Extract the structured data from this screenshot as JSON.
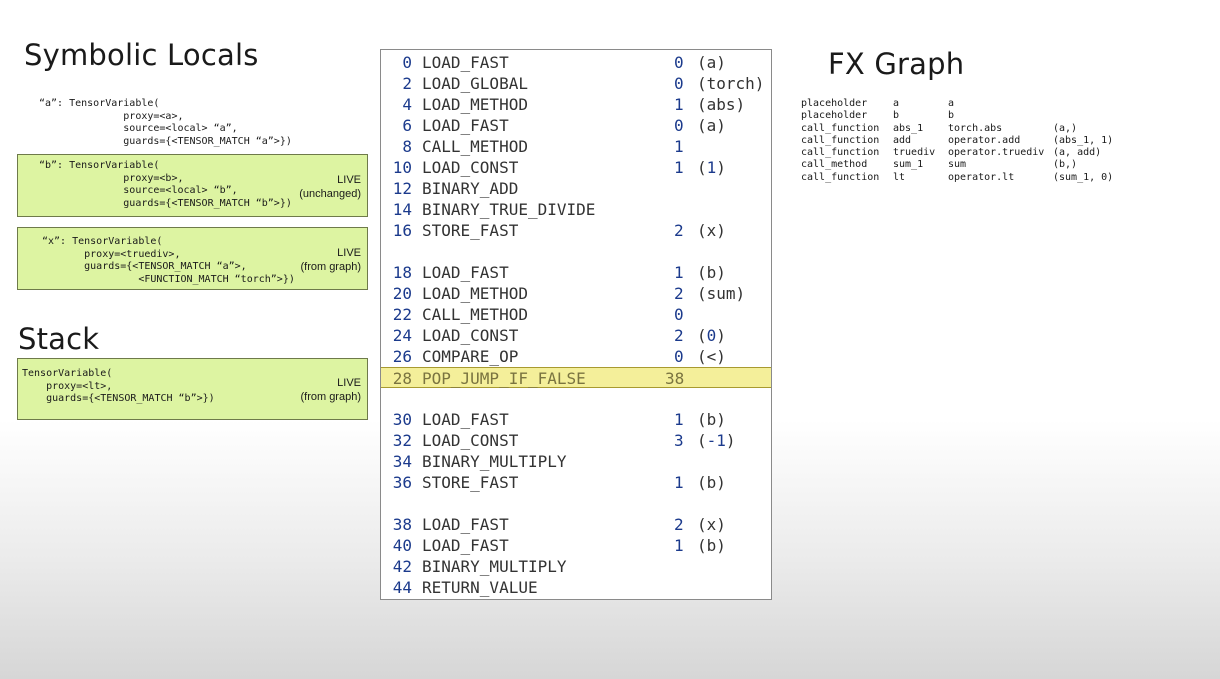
{
  "headings": {
    "symbolic_locals": "Symbolic Locals",
    "stack": "Stack",
    "fx_graph": "FX Graph"
  },
  "locals": {
    "a": {
      "text": "“a”: TensorVariable(\n              proxy=<a>,\n              source=<local> “a”,\n              guards={<TENSOR_MATCH “a”>})"
    },
    "b": {
      "text": "“b”: TensorVariable(\n              proxy=<b>,\n              source=<local> “b”,\n              guards={<TENSOR_MATCH “b”>})",
      "status": "LIVE",
      "note": "(unchanged)"
    },
    "x": {
      "text": "“x”: TensorVariable(\n       proxy=<truediv>,\n       guards={<TENSOR_MATCH “a”>,\n                <FUNCTION_MATCH “torch”>})",
      "status": "LIVE",
      "note": "(from graph)"
    }
  },
  "stack": {
    "text": "TensorVariable(\n    proxy=<lt>,\n    guards={<TENSOR_MATCH “b”>})",
    "status": "LIVE",
    "note": "(from graph)"
  },
  "bytecode": [
    {
      "offset": "0",
      "op": "LOAD_FAST",
      "arg": "0",
      "repr": "(a)"
    },
    {
      "offset": "2",
      "op": "LOAD_GLOBAL",
      "arg": "0",
      "repr": "(torch)"
    },
    {
      "offset": "4",
      "op": "LOAD_METHOD",
      "arg": "1",
      "repr": "(abs)"
    },
    {
      "offset": "6",
      "op": "LOAD_FAST",
      "arg": "0",
      "repr": "(a)"
    },
    {
      "offset": "8",
      "op": "CALL_METHOD",
      "arg": "1",
      "repr": ""
    },
    {
      "offset": "10",
      "op": "LOAD_CONST",
      "arg": "1",
      "repr": "(1)"
    },
    {
      "offset": "12",
      "op": "BINARY_ADD",
      "arg": "",
      "repr": ""
    },
    {
      "offset": "14",
      "op": "BINARY_TRUE_DIVIDE",
      "arg": "",
      "repr": ""
    },
    {
      "offset": "16",
      "op": "STORE_FAST",
      "arg": "2",
      "repr": "(x)"
    },
    {
      "offset": "18",
      "op": "LOAD_FAST",
      "arg": "1",
      "repr": "(b)"
    },
    {
      "offset": "20",
      "op": "LOAD_METHOD",
      "arg": "2",
      "repr": "(sum)"
    },
    {
      "offset": "22",
      "op": "CALL_METHOD",
      "arg": "0",
      "repr": ""
    },
    {
      "offset": "24",
      "op": "LOAD_CONST",
      "arg": "2",
      "repr": "(0)"
    },
    {
      "offset": "26",
      "op": "COMPARE_OP",
      "arg": "0",
      "repr": "(<)"
    },
    {
      "offset": "28",
      "op": "POP_JUMP_IF_FALSE",
      "arg": "38",
      "repr": ""
    },
    {
      "offset": "30",
      "op": "LOAD_FAST",
      "arg": "1",
      "repr": "(b)"
    },
    {
      "offset": "32",
      "op": "LOAD_CONST",
      "arg": "3",
      "repr": "(-1)"
    },
    {
      "offset": "34",
      "op": "BINARY_MULTIPLY",
      "arg": "",
      "repr": ""
    },
    {
      "offset": "36",
      "op": "STORE_FAST",
      "arg": "1",
      "repr": "(b)"
    },
    {
      "offset": "38",
      "op": "LOAD_FAST",
      "arg": "2",
      "repr": "(x)"
    },
    {
      "offset": "40",
      "op": "LOAD_FAST",
      "arg": "1",
      "repr": "(b)"
    },
    {
      "offset": "42",
      "op": "BINARY_MULTIPLY",
      "arg": "",
      "repr": ""
    },
    {
      "offset": "44",
      "op": "RETURN_VALUE",
      "arg": "",
      "repr": ""
    }
  ],
  "highlighted_offset": "28",
  "fx_graph": [
    [
      "placeholder",
      "a",
      "a",
      ""
    ],
    [
      "placeholder",
      "b",
      "b",
      ""
    ],
    [
      "call_function",
      "abs_1",
      "torch.abs",
      "(a,)"
    ],
    [
      "call_function",
      "add",
      "operator.add",
      "(abs_1, 1)"
    ],
    [
      "call_function",
      "truediv",
      "operator.truediv",
      "(a, add)"
    ],
    [
      "call_method",
      "sum_1",
      "sum",
      "(b,)"
    ],
    [
      "call_function",
      "lt",
      "operator.lt",
      "(sum_1, 0)"
    ]
  ],
  "colors": {
    "box_fill": "#ddf4a2",
    "highlight": "#f4ef9a",
    "offset_blue": "#1b3a8c"
  }
}
